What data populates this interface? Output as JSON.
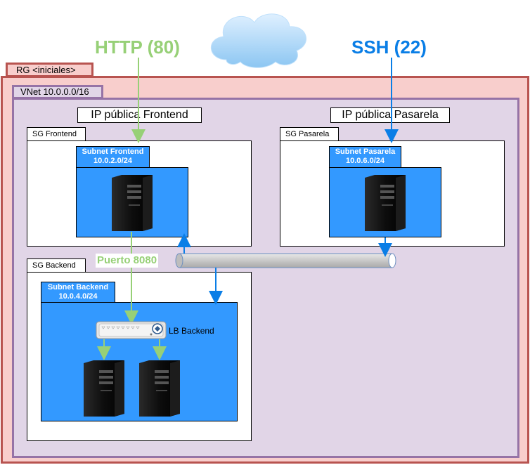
{
  "diagram": {
    "traffic": {
      "http_label": "HTTP (80)",
      "ssh_label": "SSH (22)",
      "internal_port_label": "Puerto 8080"
    },
    "resource_group": {
      "label": "RG <iniciales>"
    },
    "vnet": {
      "label": "VNet 10.0.0.0/16"
    },
    "public_ips": {
      "frontend": "IP pública Frontend",
      "gateway": "IP pública Pasarela"
    },
    "security_groups": {
      "frontend": "SG Frontend",
      "gateway": "SG Pasarela",
      "backend": "SG Backend"
    },
    "subnets": {
      "frontend": {
        "name": "Subnet Frontend",
        "cidr": "10.0.2.0/24"
      },
      "gateway": {
        "name": "Subnet Pasarela",
        "cidr": "10.0.6.0/24"
      },
      "backend": {
        "name": "Subnet Backend",
        "cidr": "10.0.4.0/24"
      }
    },
    "load_balancer": {
      "label": "LB Backend"
    },
    "icons": [
      "cloud-icon",
      "server-icon",
      "load-balancer-icon",
      "vnet-pipe-icon"
    ],
    "colors": {
      "http": "#97d077",
      "ssh": "#0a7ee6",
      "subnet": "#3399ff",
      "resource_group_fill": "#f8cecc",
      "resource_group_border": "#b85450",
      "vnet_fill": "#e1d5e7",
      "vnet_border": "#9673a6"
    }
  }
}
